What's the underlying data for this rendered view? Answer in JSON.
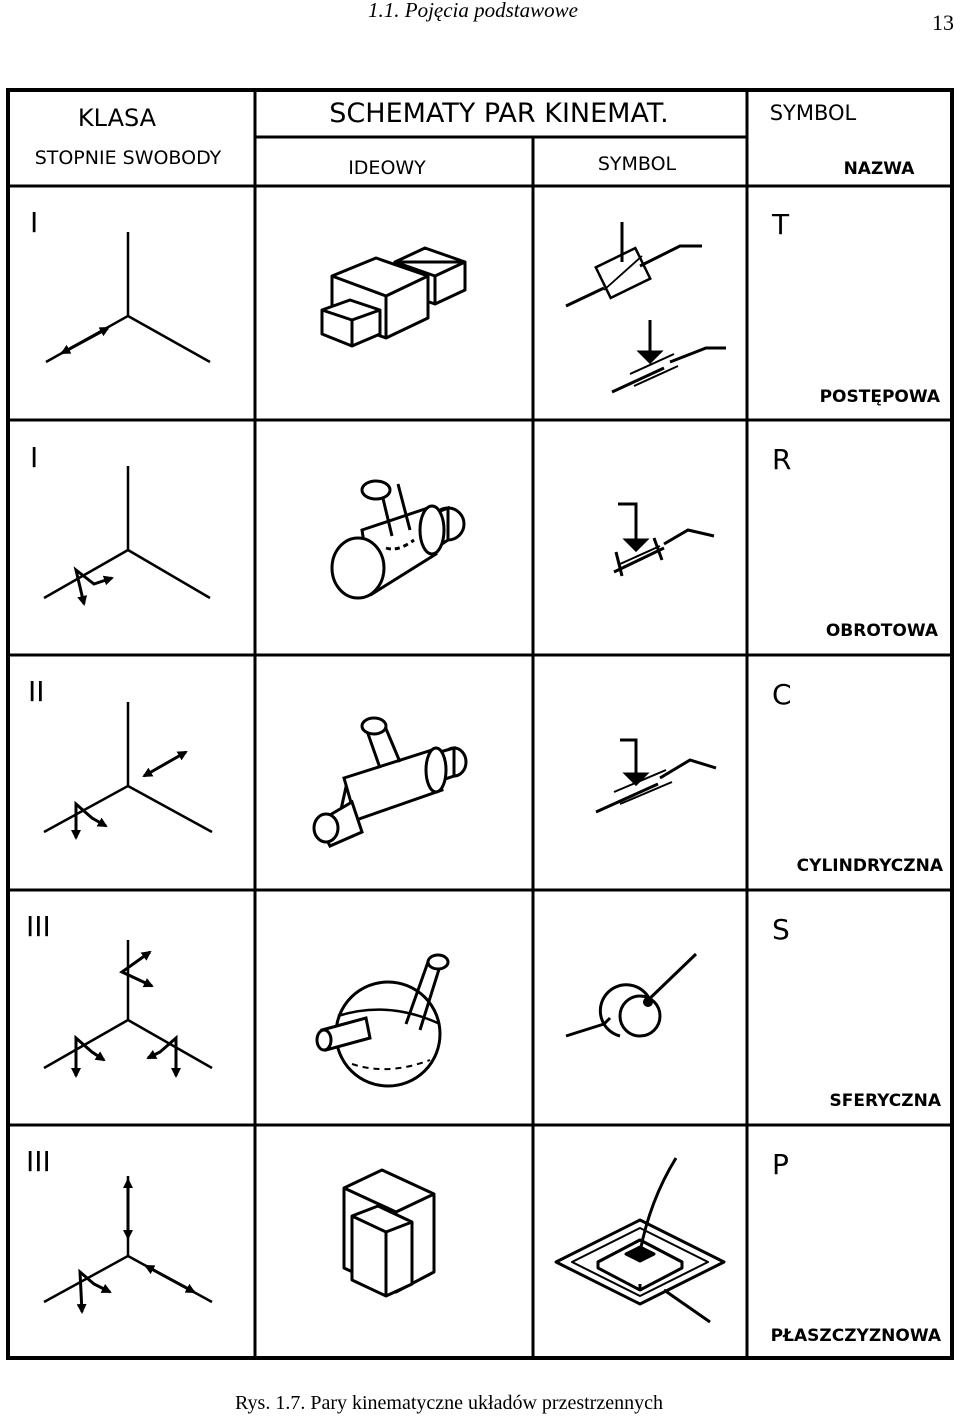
{
  "running_head": "1.1. Pojęcia podstawowe",
  "page_number": "13",
  "caption": "Rys. 1.7. Pary kinematyczne układów przestrzennych",
  "table": {
    "header": {
      "klasa": "KLASA",
      "stopnie": "STOPNIE SWOBODY",
      "schematy": "SCHEMATY PAR KINEMAT.",
      "ideowy": "IDEOWY",
      "symbol_sub": "SYMBOL",
      "symbol": "SYMBOL",
      "nazwa": "NAZWA"
    },
    "rows": [
      {
        "klasa": "I",
        "symbol": "T",
        "nazwa": "POSTĘPOWA"
      },
      {
        "klasa": "I",
        "symbol": "R",
        "nazwa": "OBROTOWA"
      },
      {
        "klasa": "II",
        "symbol": "C",
        "nazwa": "CYLINDRYCZNA"
      },
      {
        "klasa": "III",
        "symbol": "S",
        "nazwa": "SFERYCZNA"
      },
      {
        "klasa": "III",
        "symbol": "P",
        "nazwa": "PŁASZCZYZNOWA"
      }
    ]
  },
  "icons": {
    "axes": "coordinate-axes-icon",
    "prismatic": "prismatic-pair-icon",
    "revolute": "revolute-pair-icon",
    "cylindrical": "cylindrical-pair-icon",
    "spherical": "spherical-pair-icon",
    "planar": "planar-pair-icon"
  }
}
